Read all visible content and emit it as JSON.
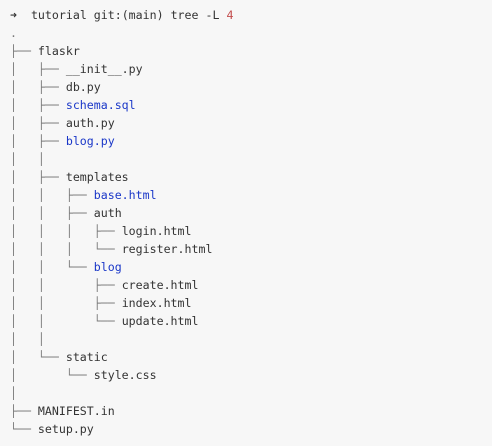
{
  "prompt": {
    "arrow": "➜",
    "directory": "tutorial",
    "git": "git:(main)",
    "command": "tree -L",
    "level": "4"
  },
  "colors": {
    "background": "#f7f7f7",
    "text": "#333333",
    "link": "#1a37c8",
    "number": "#c24b4b"
  },
  "tree": [
    {
      "prefix": ".",
      "name": "",
      "highlight": false
    },
    {
      "prefix": "├── ",
      "name": "flaskr",
      "highlight": false
    },
    {
      "prefix": "│   ├── ",
      "name": "__init__.py",
      "highlight": false
    },
    {
      "prefix": "│   ├── ",
      "name": "db.py",
      "highlight": false
    },
    {
      "prefix": "│   ├── ",
      "name": "schema.sql",
      "highlight": true
    },
    {
      "prefix": "│   ├── ",
      "name": "auth.py",
      "highlight": false
    },
    {
      "prefix": "│   ├── ",
      "name": "blog.py",
      "highlight": true
    },
    {
      "prefix": "│   │",
      "name": "",
      "highlight": false
    },
    {
      "prefix": "│   ├── ",
      "name": "templates",
      "highlight": false
    },
    {
      "prefix": "│   │   ├── ",
      "name": "base.html",
      "highlight": true
    },
    {
      "prefix": "│   │   ├── ",
      "name": "auth",
      "highlight": false
    },
    {
      "prefix": "│   │   │   ├── ",
      "name": "login.html",
      "highlight": false
    },
    {
      "prefix": "│   │   │   └── ",
      "name": "register.html",
      "highlight": false
    },
    {
      "prefix": "│   │   └── ",
      "name": "blog",
      "highlight": true
    },
    {
      "prefix": "│   │       ├── ",
      "name": "create.html",
      "highlight": false
    },
    {
      "prefix": "│   │       ├── ",
      "name": "index.html",
      "highlight": false
    },
    {
      "prefix": "│   │       └── ",
      "name": "update.html",
      "highlight": false
    },
    {
      "prefix": "│   │",
      "name": "",
      "highlight": false
    },
    {
      "prefix": "│   └── ",
      "name": "static",
      "highlight": false
    },
    {
      "prefix": "│       └── ",
      "name": "style.css",
      "highlight": false
    },
    {
      "prefix": "│",
      "name": "",
      "highlight": false
    },
    {
      "prefix": "├── ",
      "name": "MANIFEST.in",
      "highlight": false
    },
    {
      "prefix": "└── ",
      "name": "setup.py",
      "highlight": false
    }
  ]
}
